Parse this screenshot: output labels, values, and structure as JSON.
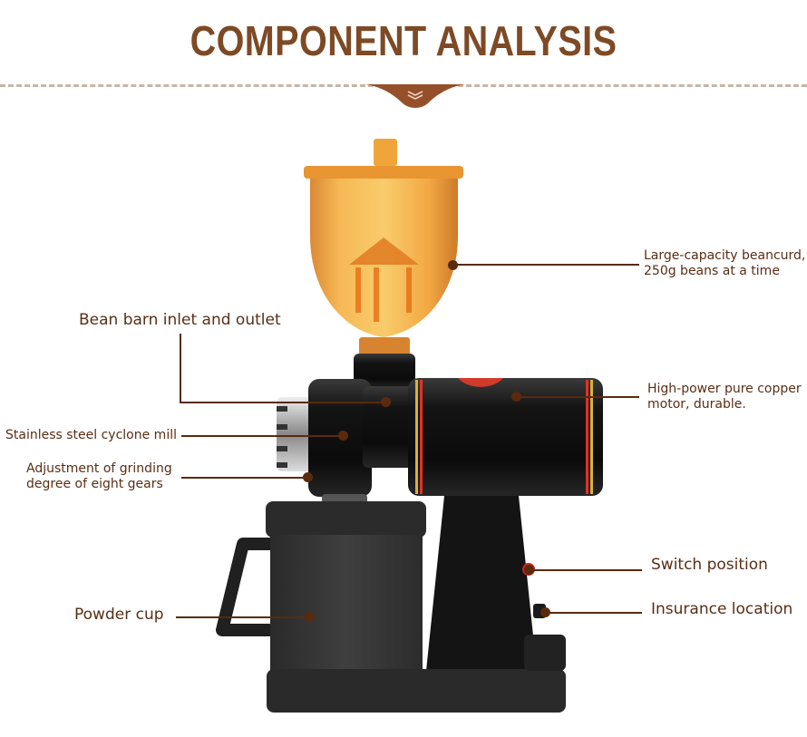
{
  "header": {
    "title": "COMPONENT ANALYSIS",
    "scroll_indicator_icon": "double-chevron-down-icon"
  },
  "colors": {
    "title": "#7d4a25",
    "accent_tab": "#95502a",
    "divider": "#c8b5a8",
    "label_text": "#5a2e15",
    "leader_line": "#5a2a0f",
    "hopper": "#f0a53a",
    "body": "#1e1e1e"
  },
  "product": {
    "name": "Electric coffee grinder"
  },
  "callouts": [
    {
      "id": "bean-hopper",
      "text_line1": "Large-capacity beancurd,",
      "text_line2": "250g beans at a time",
      "side": "right"
    },
    {
      "id": "bean-inlet",
      "text_line1": "Bean barn inlet and outlet",
      "side": "left"
    },
    {
      "id": "motor",
      "text_line1": "High-power pure copper",
      "text_line2": "motor, durable.",
      "side": "right"
    },
    {
      "id": "cyclone-mill",
      "text_line1": "Stainless steel cyclone mill",
      "side": "left"
    },
    {
      "id": "grind-adjust",
      "text_line1": "Adjustment of grinding",
      "text_line2": "degree of eight gears",
      "side": "left"
    },
    {
      "id": "switch",
      "text_line1": "Switch position",
      "side": "right"
    },
    {
      "id": "fuse",
      "text_line1": "Insurance location",
      "side": "right"
    },
    {
      "id": "powder-cup",
      "text_line1": "Powder cup",
      "side": "left"
    }
  ]
}
